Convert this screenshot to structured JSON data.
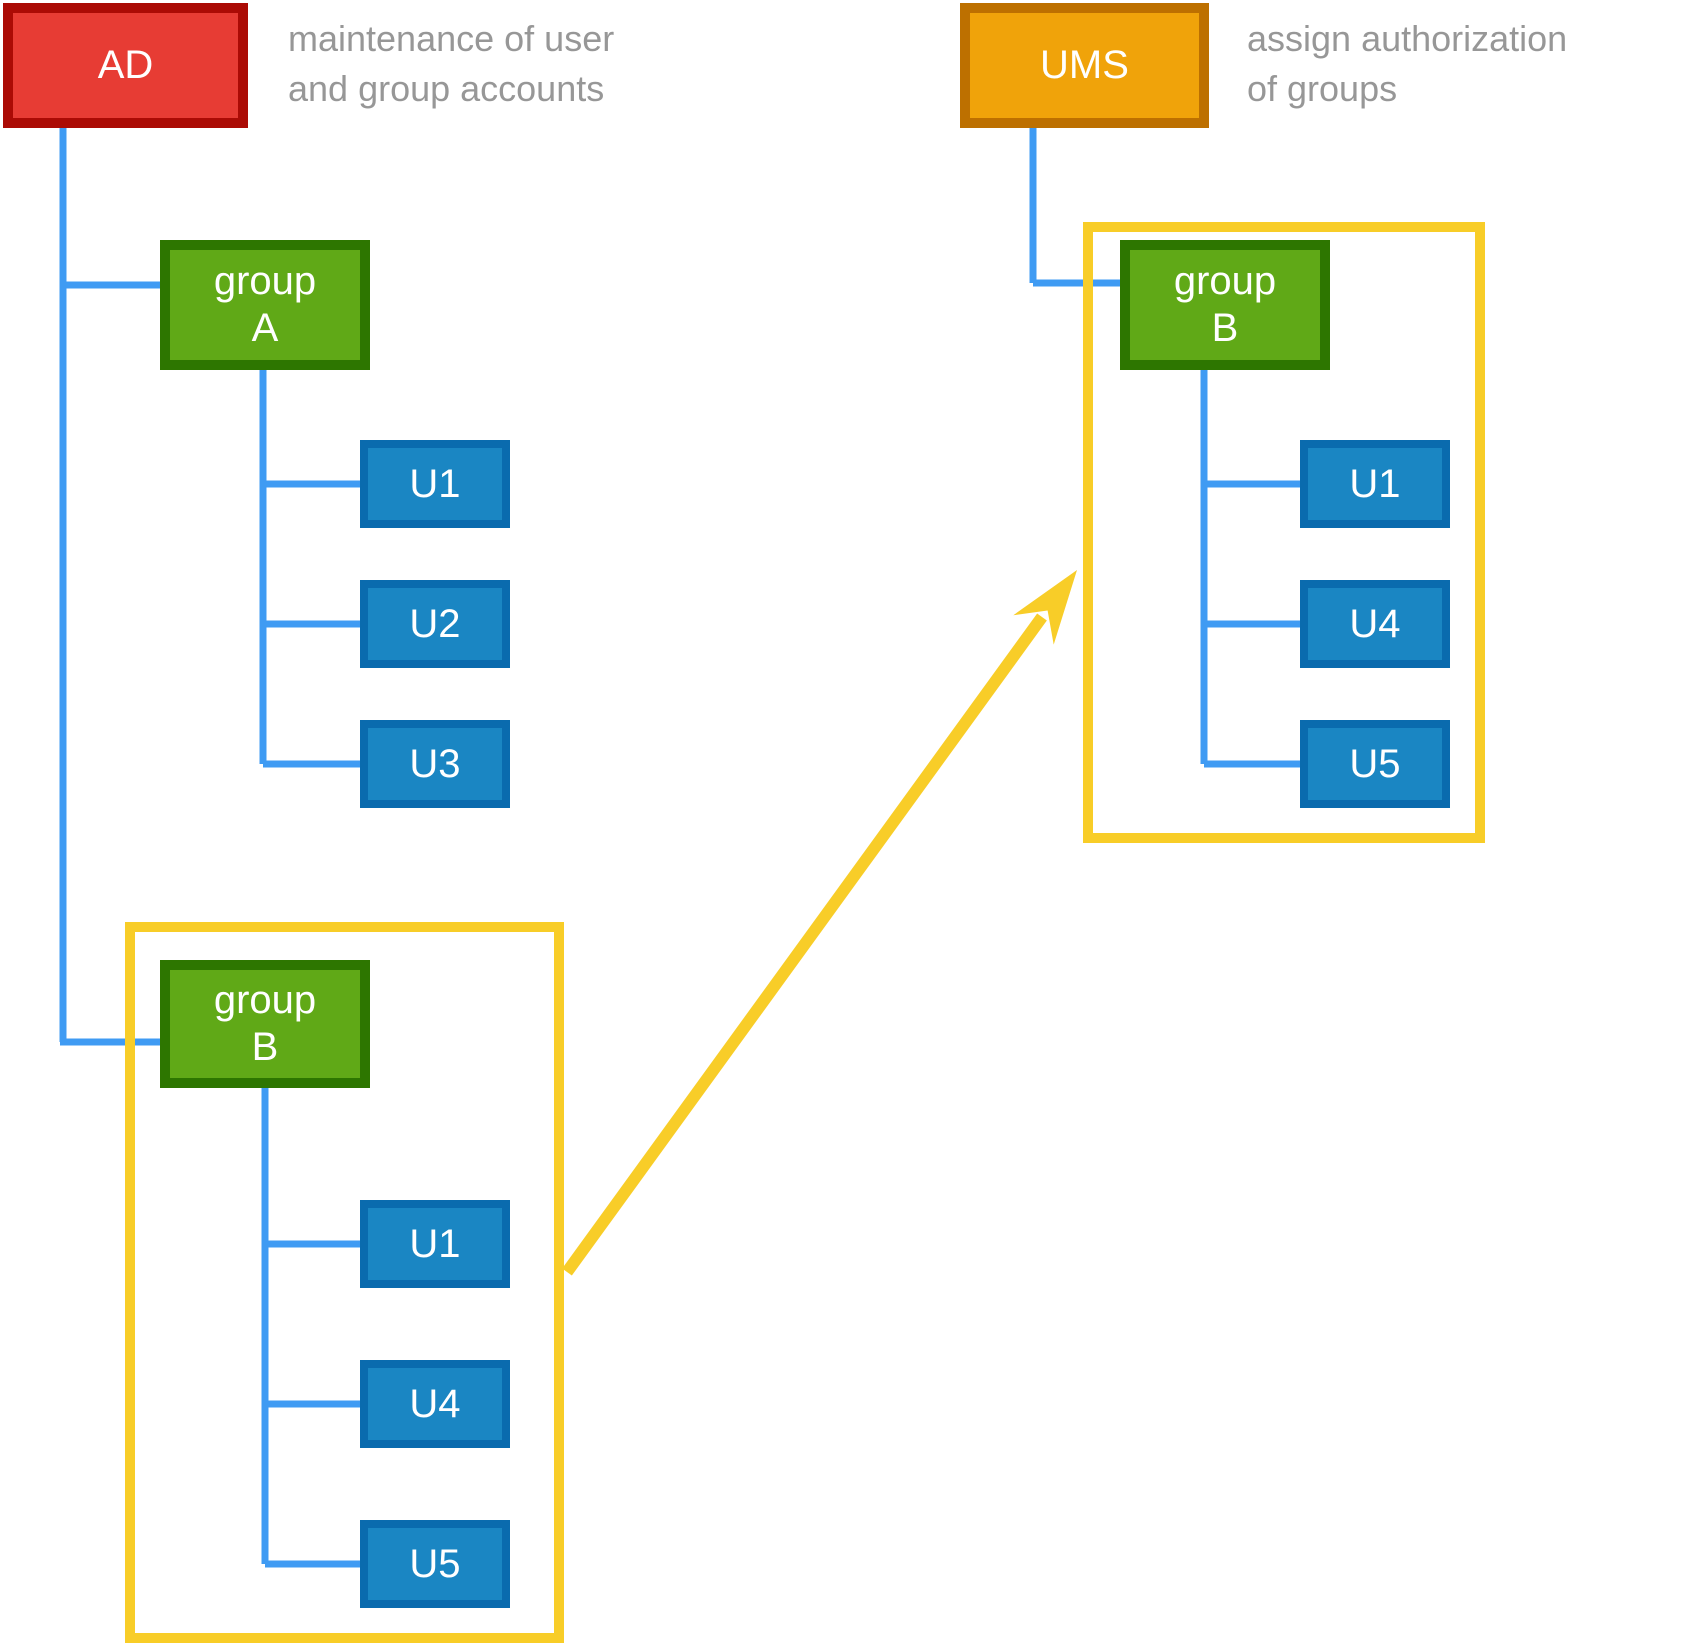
{
  "colors": {
    "red_fill": "#e73c34",
    "red_border": "#ab0b05",
    "orange_fill": "#f0a30a",
    "orange_border": "#bd7000",
    "green_fill": "#60a917",
    "green_border": "#2d7600",
    "blue_fill": "#1a86c3",
    "blue_border": "#0a6bae",
    "wire_blue": "#3f9bf3",
    "yellow": "#f8cd28",
    "caption_gray": "#979797",
    "node_text": "#ffffff",
    "background": "#ffffff"
  },
  "nodes": {
    "ad": {
      "label": "AD"
    },
    "ums": {
      "label": "UMS"
    },
    "group_a": {
      "lines": [
        "group",
        "A"
      ]
    },
    "group_b_ad": {
      "lines": [
        "group",
        "B"
      ]
    },
    "group_b_ums": {
      "lines": [
        "group",
        "B"
      ]
    },
    "users_group_a": [
      {
        "label": "U1"
      },
      {
        "label": "U2"
      },
      {
        "label": "U3"
      }
    ],
    "users_group_b_ad": [
      {
        "label": "U1"
      },
      {
        "label": "U4"
      },
      {
        "label": "U5"
      }
    ],
    "users_group_b_ums": [
      {
        "label": "U1"
      },
      {
        "label": "U4"
      },
      {
        "label": "U5"
      }
    ]
  },
  "captions": {
    "ad": {
      "lines": [
        "maintenance of user",
        "and group accounts"
      ]
    },
    "ums": {
      "lines": [
        "assign authorization",
        "of groups"
      ]
    }
  }
}
